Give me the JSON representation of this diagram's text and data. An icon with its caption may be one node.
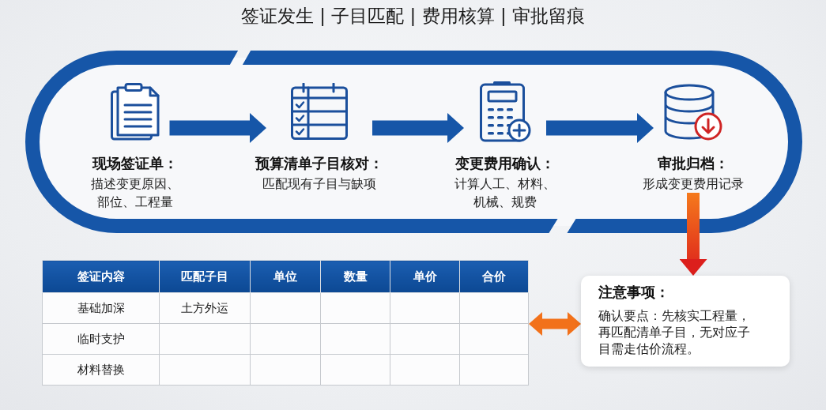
{
  "diagram": {
    "title": "签证发生 | 子目匹配 | 费用核算 | 审批留痕",
    "nodes": [
      {
        "text": [],
        "shape": "band"
      },
      {
        "text": [
          "现场签证单：",
          "描述变更原因、部位、工程量"
        ],
        "in": 0
      },
      {
        "text": [
          "预算清单子目核对：",
          "匹配现有子目与缺项"
        ],
        "in": 0
      },
      {
        "text": [
          "变更费用确认：",
          "计算人工、材料、机械、规费"
        ],
        "in": 0
      },
      {
        "text": [
          "审批归档：",
          "形成变更费用记录"
        ],
        "in": 0
      },
      {
        "text": [],
        "shape": "table"
      },
      {
        "text": [
          "注意事项：",
          "确认要点：先核实工程量，再匹配清单子目，无对应子目需走估价流程。"
        ]
      }
    ],
    "edges": [
      {
        "from": 1,
        "to": 2,
        "arrow": "to"
      },
      {
        "from": 2,
        "to": 3,
        "arrow": "to"
      },
      {
        "from": 3,
        "to": 4,
        "arrow": "to"
      },
      {
        "from": 4,
        "to": 6,
        "arrow": "to",
        "color": "#dc1f1c"
      },
      {
        "from": 5,
        "to": 6,
        "arrow": "both",
        "color": "#f2711a"
      }
    ],
    "labels": [
      "签证内容",
      "匹配子目",
      "单位",
      "数量",
      "单价",
      "合价",
      "基础加深",
      "土方外运",
      "临时支护",
      "材料替换"
    ]
  }
}
